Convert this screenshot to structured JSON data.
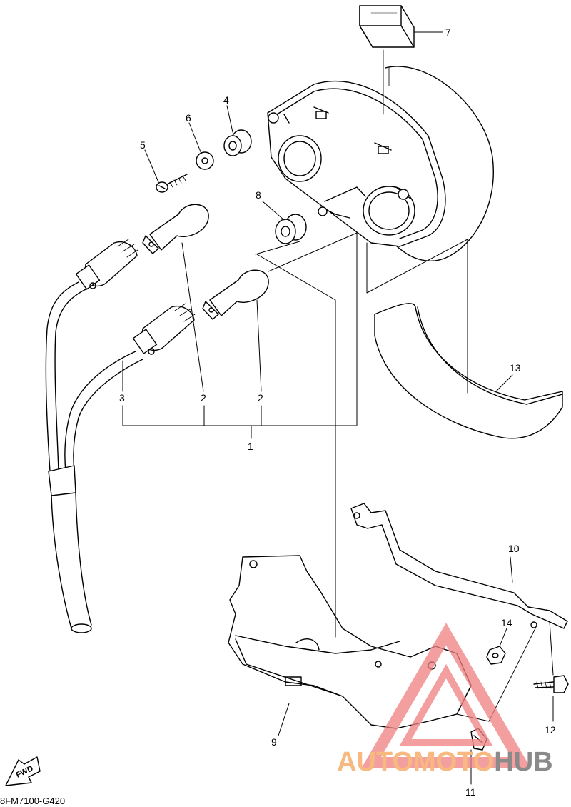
{
  "callouts": {
    "c1": "1",
    "c2a": "2",
    "c2b": "2",
    "c3": "3",
    "c4": "4",
    "c5": "5",
    "c6": "6",
    "c7": "7",
    "c8": "8",
    "c9": "9",
    "c10": "10",
    "c11": "11",
    "c12": "12",
    "c13": "13",
    "c14": "14"
  },
  "fwd_label": "FWD",
  "diagram_code": "8FM7100-G420",
  "watermark": {
    "part1": "AUTOMOTO",
    "part2": "HUB"
  },
  "colors": {
    "line": "#000000",
    "watermark_red": "#f08080",
    "watermark_orange": "#f7b97f",
    "watermark_gray": "#8a8a8a"
  }
}
